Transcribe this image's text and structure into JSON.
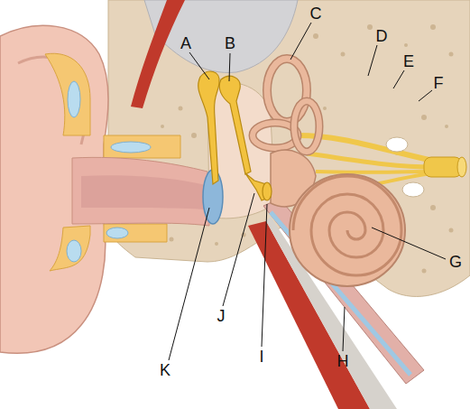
{
  "diagram": {
    "labels": [
      "A",
      "B",
      "C",
      "D",
      "E",
      "F",
      "G",
      "H",
      "I",
      "J",
      "K"
    ]
  }
}
